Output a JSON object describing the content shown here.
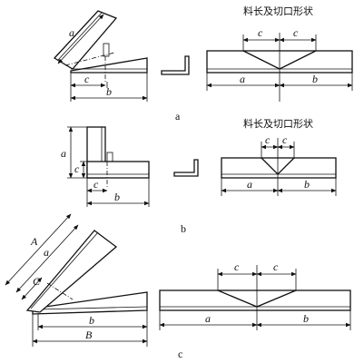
{
  "figure": {
    "panels": [
      {
        "label": "a",
        "shape_caption": "料长及切口形状",
        "dims": {
          "a": "a",
          "b": "b",
          "c": "c"
        }
      },
      {
        "label": "b",
        "shape_caption": "料长及切口形状",
        "dims": {
          "a": "a",
          "b": "b",
          "c": "c"
        }
      },
      {
        "label": "c",
        "dims": {
          "A": "A",
          "B": "B",
          "a": "a",
          "b": "b",
          "C": "C",
          "c": "c"
        }
      }
    ]
  }
}
